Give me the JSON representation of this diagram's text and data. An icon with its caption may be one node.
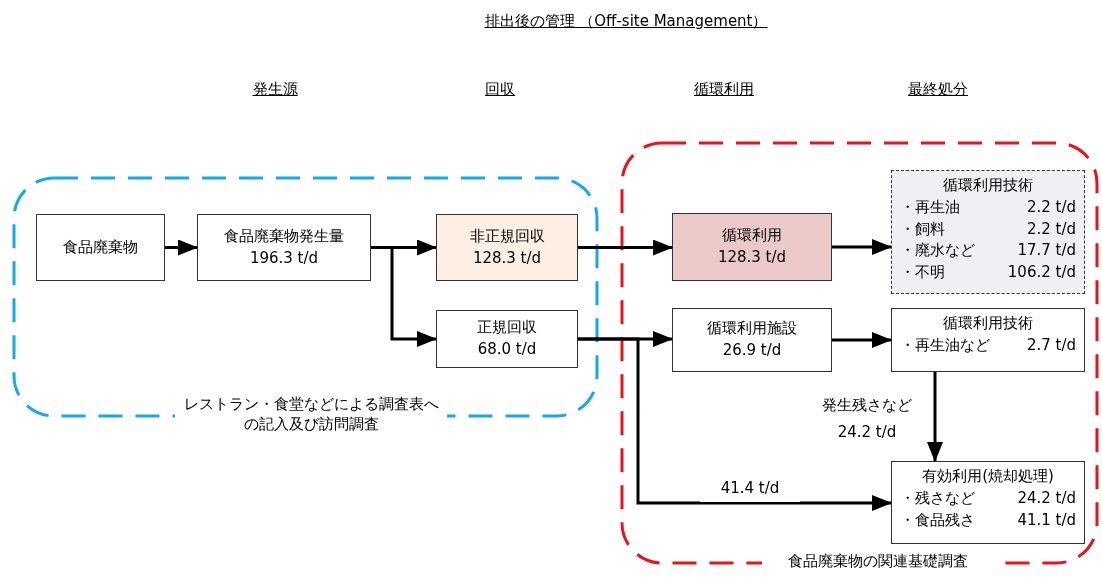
{
  "diagram": {
    "title": "排出後の管理 （Off-site Management）",
    "nodes": [
      {
        "text": [
          "レストラン・食堂などによる調査表への記入及び訪問調査"
        ]
      },
      {
        "text": [
          "食品廃棄物"
        ],
        "in": 0
      },
      {
        "text": [
          "食品廃棄物発生量",
          "196.3 t/d"
        ],
        "in": 0
      },
      {
        "text": [
          "非正規回収",
          "128.3 t/d"
        ],
        "in": 0
      },
      {
        "text": [
          "正規回収",
          "68.0 t/d"
        ],
        "in": 0
      },
      {
        "text": [
          "食品廃棄物の関連基礎調査"
        ]
      },
      {
        "text": [
          "循環利用",
          "128.3 t/d"
        ],
        "in": 5
      },
      {
        "text": [
          "循環利用技術",
          "・再生油",
          "2.2 t/d",
          "・飼料",
          "2.2 t/d",
          "・廃水など",
          "17.7 t/d",
          "・不明",
          "106.2 t/d"
        ],
        "in": 5
      },
      {
        "text": [
          "循環利用施設",
          "26.9 t/d"
        ],
        "in": 5
      },
      {
        "text": [
          "循環利用技術",
          "・再生油など",
          "2.7 t/d"
        ],
        "in": 5
      },
      {
        "text": [
          "有効利用(焼却処理)",
          "・残さなど",
          "24.2 t/d",
          "・食品残さ",
          "41.1 t/d"
        ],
        "in": 5
      }
    ],
    "edges": [
      {
        "from": 1,
        "to": 2,
        "arrow": "to"
      },
      {
        "from": 2,
        "to": 3,
        "arrow": "to"
      },
      {
        "from": 2,
        "to": 4,
        "arrow": "to"
      },
      {
        "from": 3,
        "to": 6,
        "arrow": "to"
      },
      {
        "from": 6,
        "to": 7,
        "arrow": "to"
      },
      {
        "from": 4,
        "to": 8,
        "arrow": "to"
      },
      {
        "from": 4,
        "to": 10,
        "label": "41.4 t/d",
        "arrow": "to"
      },
      {
        "from": 8,
        "to": 9,
        "arrow": "to"
      },
      {
        "from": 9,
        "to": 10,
        "label": "発生残さなど 24.2 t/d",
        "arrow": "to"
      }
    ],
    "labels": [
      "発生源",
      "回収",
      "循環利用",
      "最終処分"
    ]
  }
}
